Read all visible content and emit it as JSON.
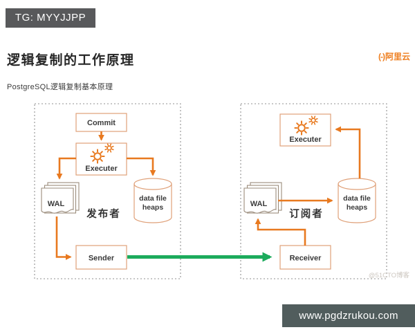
{
  "badge_top": {
    "text": "TG: MYYJJPP",
    "bg": "#58595B"
  },
  "header": {
    "title": "逻辑复制的工作原理",
    "subtitle": "PostgreSQL逻辑复制基本原理"
  },
  "brand": {
    "mark": "(-)",
    "name": "阿里云",
    "color": "#EE7E1F"
  },
  "diagram": {
    "publisher_label": "发布者",
    "subscriber_label": "订阅者",
    "nodes": {
      "commit": "Commit",
      "executer": "Executer",
      "wal": "WAL",
      "heap_line1": "data file",
      "heap_line2": "heaps",
      "sender": "Sender",
      "receiver": "Receiver"
    },
    "icons": {
      "executer_icon": "sun-gear-icon",
      "wal_icon": "document-stack-icon",
      "heap_icon": "database-cylinder-icon",
      "brand_icon": "alibaba-cloud-bracket-icon"
    },
    "colors": {
      "arrow": "#E8791F",
      "node_border": "#DFA078",
      "green_arrow": "#1CAB5C",
      "dashed_border": "#8F8F8F"
    }
  },
  "watermark": {
    "text": "@51CTO博客"
  },
  "badge_bottom": {
    "text": "www.pgdzrukou.com",
    "bg": "#515D5D"
  }
}
